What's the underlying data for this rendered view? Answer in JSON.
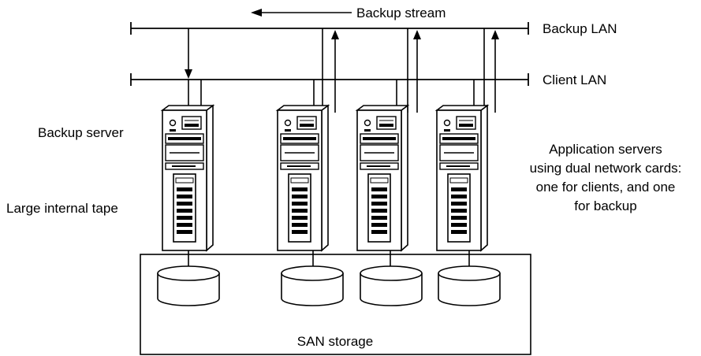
{
  "diagram": {
    "backup_stream": "Backup stream",
    "backup_lan": "Backup LAN",
    "client_lan": "Client LAN",
    "backup_server": "Backup server",
    "large_tape": "Large internal tape",
    "app_servers_lines": [
      "Application servers",
      "using dual network cards:",
      "one for clients, and one",
      "for backup"
    ],
    "san_storage": "SAN storage"
  }
}
